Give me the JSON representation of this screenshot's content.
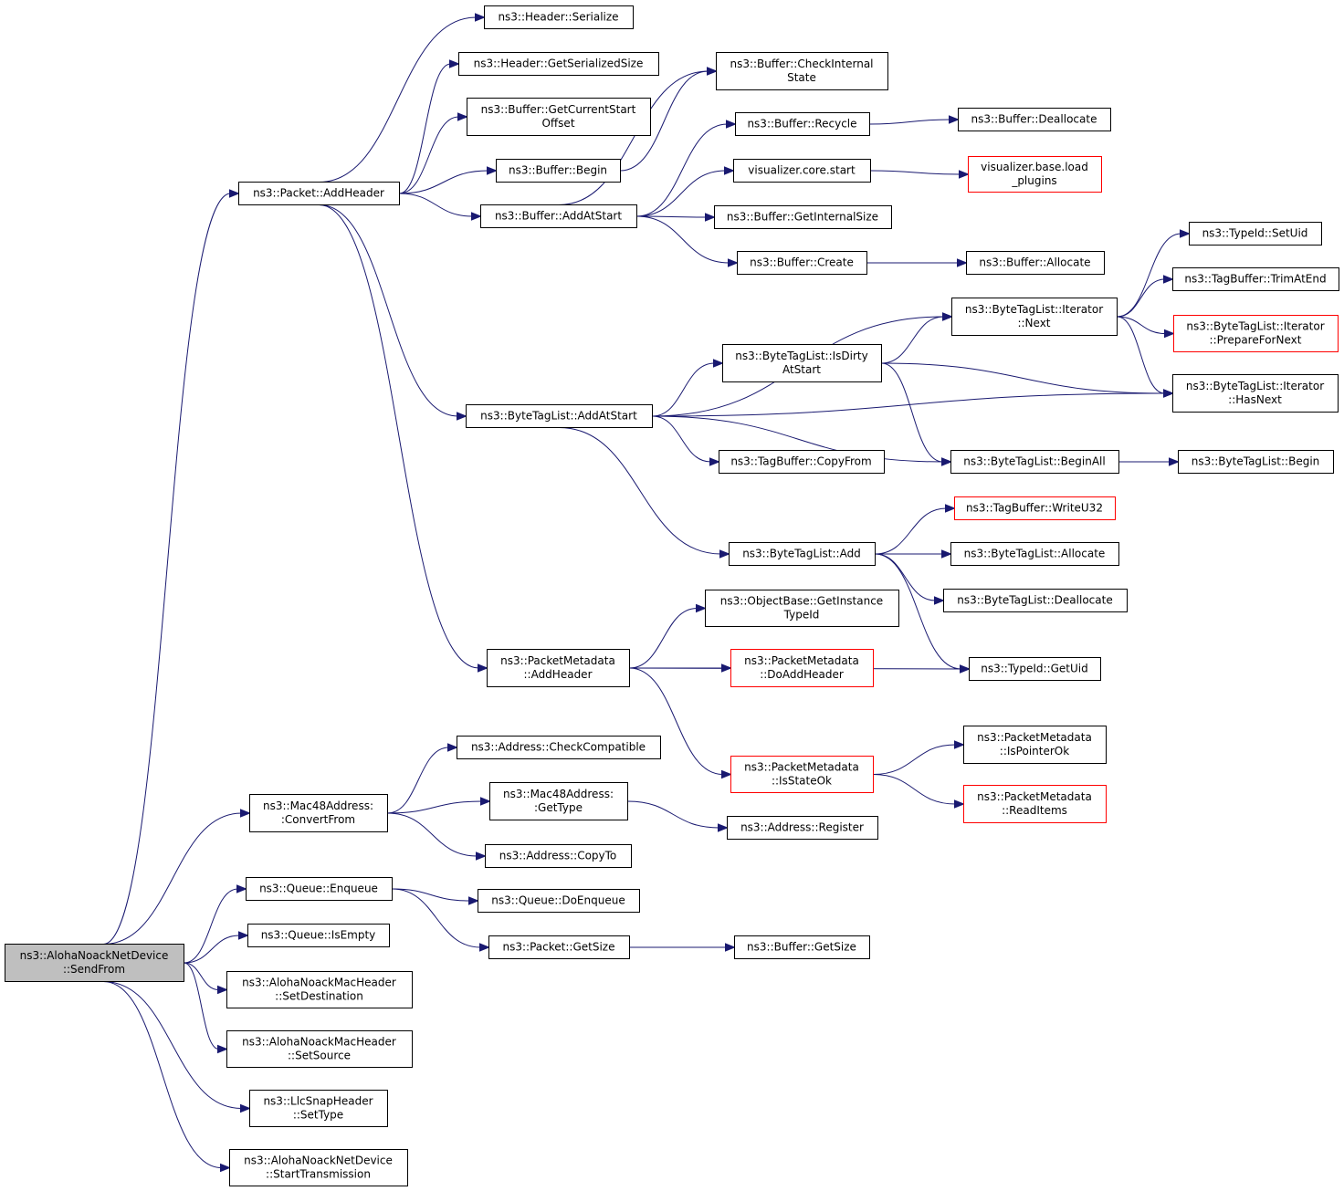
{
  "colors": {
    "edge": "#191970",
    "node_border": "#000000",
    "node_border_truncated": "#ff0000",
    "root_fill": "#bfbfbf",
    "node_fill": "#ffffff",
    "text": "#000000"
  },
  "nodes": [
    {
      "id": "root",
      "lines": [
        "ns3::AlohaNoackNetDevice",
        "::SendFrom"
      ],
      "root": true
    },
    {
      "id": "packet_addheader",
      "lines": [
        "ns3::Packet::AddHeader"
      ]
    },
    {
      "id": "header_serialize",
      "lines": [
        "ns3::Header::Serialize"
      ]
    },
    {
      "id": "header_getsersize",
      "lines": [
        "ns3::Header::GetSerializedSize"
      ]
    },
    {
      "id": "buffer_getcurstart",
      "lines": [
        "ns3::Buffer::GetCurrentStart",
        "Offset"
      ]
    },
    {
      "id": "buffer_begin",
      "lines": [
        "ns3::Buffer::Begin"
      ]
    },
    {
      "id": "buffer_addatstart",
      "lines": [
        "ns3::Buffer::AddAtStart"
      ]
    },
    {
      "id": "buffer_checkinternal",
      "lines": [
        "ns3::Buffer::CheckInternal",
        "State"
      ]
    },
    {
      "id": "buffer_recycle",
      "lines": [
        "ns3::Buffer::Recycle"
      ]
    },
    {
      "id": "buffer_deallocate",
      "lines": [
        "ns3::Buffer::Deallocate"
      ]
    },
    {
      "id": "viz_core_start",
      "lines": [
        "visualizer.core.start"
      ]
    },
    {
      "id": "viz_base_load",
      "lines": [
        "visualizer.base.load",
        "_plugins"
      ],
      "truncated": true
    },
    {
      "id": "buffer_getinternalsize",
      "lines": [
        "ns3::Buffer::GetInternalSize"
      ]
    },
    {
      "id": "buffer_create",
      "lines": [
        "ns3::Buffer::Create"
      ]
    },
    {
      "id": "buffer_allocate",
      "lines": [
        "ns3::Buffer::Allocate"
      ]
    },
    {
      "id": "typeid_setuid",
      "lines": [
        "ns3::TypeId::SetUid"
      ]
    },
    {
      "id": "tagbuffer_trimatend",
      "lines": [
        "ns3::TagBuffer::TrimAtEnd"
      ]
    },
    {
      "id": "btl_iter_next",
      "lines": [
        "ns3::ByteTagList::Iterator",
        "::Next"
      ]
    },
    {
      "id": "btl_iter_prepare",
      "lines": [
        "ns3::ByteTagList::Iterator",
        "::PrepareForNext"
      ],
      "truncated": true
    },
    {
      "id": "btl_isdirty",
      "lines": [
        "ns3::ByteTagList::IsDirty",
        "AtStart"
      ]
    },
    {
      "id": "btl_iter_hasnext",
      "lines": [
        "ns3::ByteTagList::Iterator",
        "::HasNext"
      ]
    },
    {
      "id": "btl_addatstart",
      "lines": [
        "ns3::ByteTagList::AddAtStart"
      ]
    },
    {
      "id": "tagbuffer_copyfrom",
      "lines": [
        "ns3::TagBuffer::CopyFrom"
      ]
    },
    {
      "id": "btl_beginall",
      "lines": [
        "ns3::ByteTagList::BeginAll"
      ]
    },
    {
      "id": "btl_begin",
      "lines": [
        "ns3::ByteTagList::Begin"
      ]
    },
    {
      "id": "tagbuffer_writeu32",
      "lines": [
        "ns3::TagBuffer::WriteU32"
      ],
      "truncated": true
    },
    {
      "id": "btl_add",
      "lines": [
        "ns3::ByteTagList::Add"
      ]
    },
    {
      "id": "btl_allocate",
      "lines": [
        "ns3::ByteTagList::Allocate"
      ]
    },
    {
      "id": "btl_deallocate",
      "lines": [
        "ns3::ByteTagList::Deallocate"
      ]
    },
    {
      "id": "objbase_getinst",
      "lines": [
        "ns3::ObjectBase::GetInstance",
        "TypeId"
      ]
    },
    {
      "id": "pm_addheader",
      "lines": [
        "ns3::PacketMetadata",
        "::AddHeader"
      ]
    },
    {
      "id": "pm_doaddheader",
      "lines": [
        "ns3::PacketMetadata",
        "::DoAddHeader"
      ],
      "truncated": true
    },
    {
      "id": "typeid_getuid",
      "lines": [
        "ns3::TypeId::GetUid"
      ]
    },
    {
      "id": "address_checkcompat",
      "lines": [
        "ns3::Address::CheckCompatible"
      ]
    },
    {
      "id": "pm_isstateok",
      "lines": [
        "ns3::PacketMetadata",
        "::IsStateOk"
      ],
      "truncated": true
    },
    {
      "id": "pm_ispointerok",
      "lines": [
        "ns3::PacketMetadata",
        "::IsPointerOk"
      ]
    },
    {
      "id": "mac48_convertfrom",
      "lines": [
        "ns3::Mac48Address:",
        ":ConvertFrom"
      ]
    },
    {
      "id": "mac48_gettype",
      "lines": [
        "ns3::Mac48Address:",
        ":GetType"
      ]
    },
    {
      "id": "pm_readitems",
      "lines": [
        "ns3::PacketMetadata",
        "::ReadItems"
      ],
      "truncated": true
    },
    {
      "id": "address_register",
      "lines": [
        "ns3::Address::Register"
      ]
    },
    {
      "id": "address_copyto",
      "lines": [
        "ns3::Address::CopyTo"
      ]
    },
    {
      "id": "queue_enqueue",
      "lines": [
        "ns3::Queue::Enqueue"
      ]
    },
    {
      "id": "queue_doenqueue",
      "lines": [
        "ns3::Queue::DoEnqueue"
      ]
    },
    {
      "id": "queue_isempty",
      "lines": [
        "ns3::Queue::IsEmpty"
      ]
    },
    {
      "id": "packet_getsize",
      "lines": [
        "ns3::Packet::GetSize"
      ]
    },
    {
      "id": "buffer_getsize",
      "lines": [
        "ns3::Buffer::GetSize"
      ]
    },
    {
      "id": "aloha_setdest",
      "lines": [
        "ns3::AlohaNoackMacHeader",
        "::SetDestination"
      ]
    },
    {
      "id": "aloha_setsource",
      "lines": [
        "ns3::AlohaNoackMacHeader",
        "::SetSource"
      ]
    },
    {
      "id": "llcsnap_settype",
      "lines": [
        "ns3::LlcSnapHeader",
        "::SetType"
      ]
    },
    {
      "id": "aloha_starttx",
      "lines": [
        "ns3::AlohaNoackNetDevice",
        "::StartTransmission"
      ]
    }
  ],
  "edges": [
    [
      "root",
      "packet_addheader"
    ],
    [
      "root",
      "mac48_convertfrom"
    ],
    [
      "root",
      "queue_enqueue"
    ],
    [
      "root",
      "queue_isempty"
    ],
    [
      "root",
      "aloha_setdest"
    ],
    [
      "root",
      "aloha_setsource"
    ],
    [
      "root",
      "llcsnap_settype"
    ],
    [
      "root",
      "aloha_starttx"
    ],
    [
      "packet_addheader",
      "header_serialize"
    ],
    [
      "packet_addheader",
      "header_getsersize"
    ],
    [
      "packet_addheader",
      "buffer_getcurstart"
    ],
    [
      "packet_addheader",
      "buffer_begin"
    ],
    [
      "packet_addheader",
      "buffer_addatstart"
    ],
    [
      "packet_addheader",
      "btl_addatstart"
    ],
    [
      "packet_addheader",
      "pm_addheader"
    ],
    [
      "buffer_begin",
      "buffer_checkinternal"
    ],
    [
      "buffer_addatstart",
      "buffer_checkinternal"
    ],
    [
      "buffer_addatstart",
      "buffer_recycle"
    ],
    [
      "buffer_addatstart",
      "viz_core_start"
    ],
    [
      "buffer_addatstart",
      "buffer_getinternalsize"
    ],
    [
      "buffer_addatstart",
      "buffer_create"
    ],
    [
      "buffer_recycle",
      "buffer_deallocate"
    ],
    [
      "viz_core_start",
      "viz_base_load"
    ],
    [
      "buffer_create",
      "buffer_allocate"
    ],
    [
      "btl_addatstart",
      "btl_iter_next"
    ],
    [
      "btl_addatstart",
      "btl_isdirty"
    ],
    [
      "btl_addatstart",
      "btl_iter_hasnext"
    ],
    [
      "btl_addatstart",
      "tagbuffer_copyfrom"
    ],
    [
      "btl_addatstart",
      "btl_beginall"
    ],
    [
      "btl_addatstart",
      "btl_add"
    ],
    [
      "btl_isdirty",
      "btl_iter_next"
    ],
    [
      "btl_isdirty",
      "btl_iter_hasnext"
    ],
    [
      "btl_isdirty",
      "btl_beginall"
    ],
    [
      "btl_iter_next",
      "typeid_setuid"
    ],
    [
      "btl_iter_next",
      "tagbuffer_trimatend"
    ],
    [
      "btl_iter_next",
      "btl_iter_prepare"
    ],
    [
      "btl_iter_next",
      "btl_iter_hasnext"
    ],
    [
      "btl_beginall",
      "btl_begin"
    ],
    [
      "btl_add",
      "tagbuffer_writeu32"
    ],
    [
      "btl_add",
      "btl_allocate"
    ],
    [
      "btl_add",
      "btl_deallocate"
    ],
    [
      "btl_add",
      "typeid_getuid"
    ],
    [
      "pm_addheader",
      "objbase_getinst"
    ],
    [
      "pm_addheader",
      "pm_doaddheader"
    ],
    [
      "pm_addheader",
      "typeid_getuid"
    ],
    [
      "pm_addheader",
      "pm_isstateok"
    ],
    [
      "pm_isstateok",
      "pm_ispointerok"
    ],
    [
      "pm_isstateok",
      "pm_readitems"
    ],
    [
      "mac48_convertfrom",
      "address_checkcompat"
    ],
    [
      "mac48_convertfrom",
      "mac48_gettype"
    ],
    [
      "mac48_convertfrom",
      "address_copyto"
    ],
    [
      "mac48_gettype",
      "address_register"
    ],
    [
      "queue_enqueue",
      "queue_doenqueue"
    ],
    [
      "queue_enqueue",
      "packet_getsize"
    ],
    [
      "packet_getsize",
      "buffer_getsize"
    ]
  ]
}
